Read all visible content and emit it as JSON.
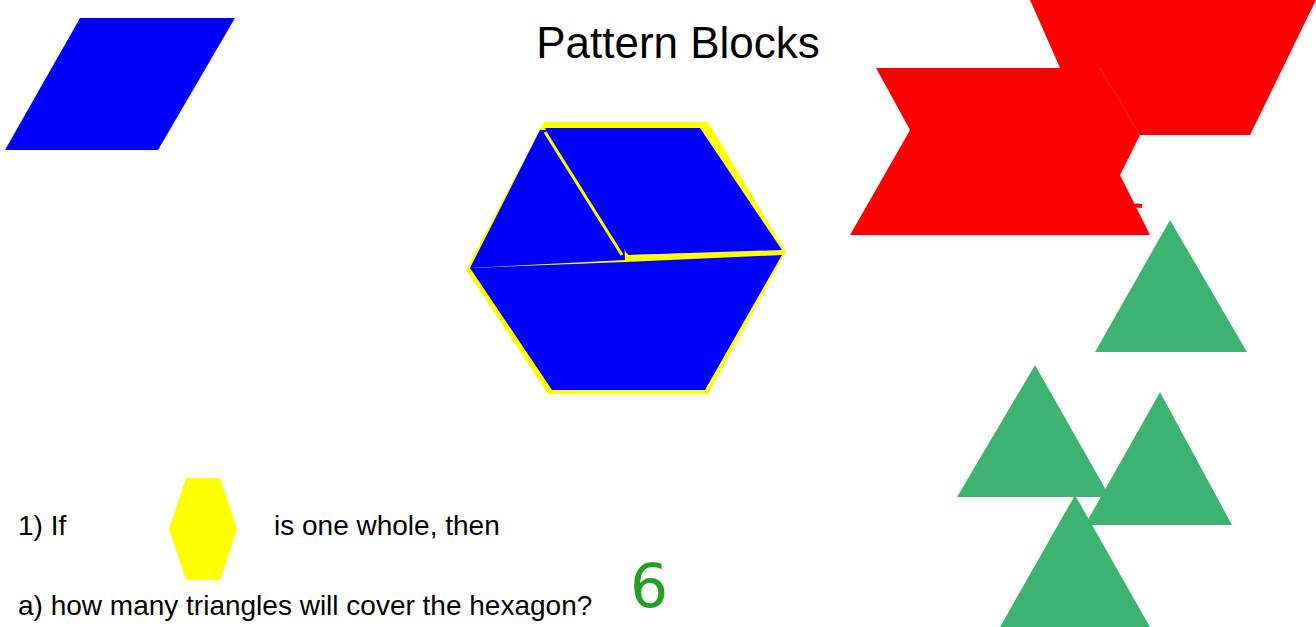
{
  "diagram": {
    "title": "Pattern Blocks",
    "labels": [
      "1) If",
      "is one whole, then",
      "a) how many triangles will cover the hexagon?",
      "6"
    ]
  }
}
